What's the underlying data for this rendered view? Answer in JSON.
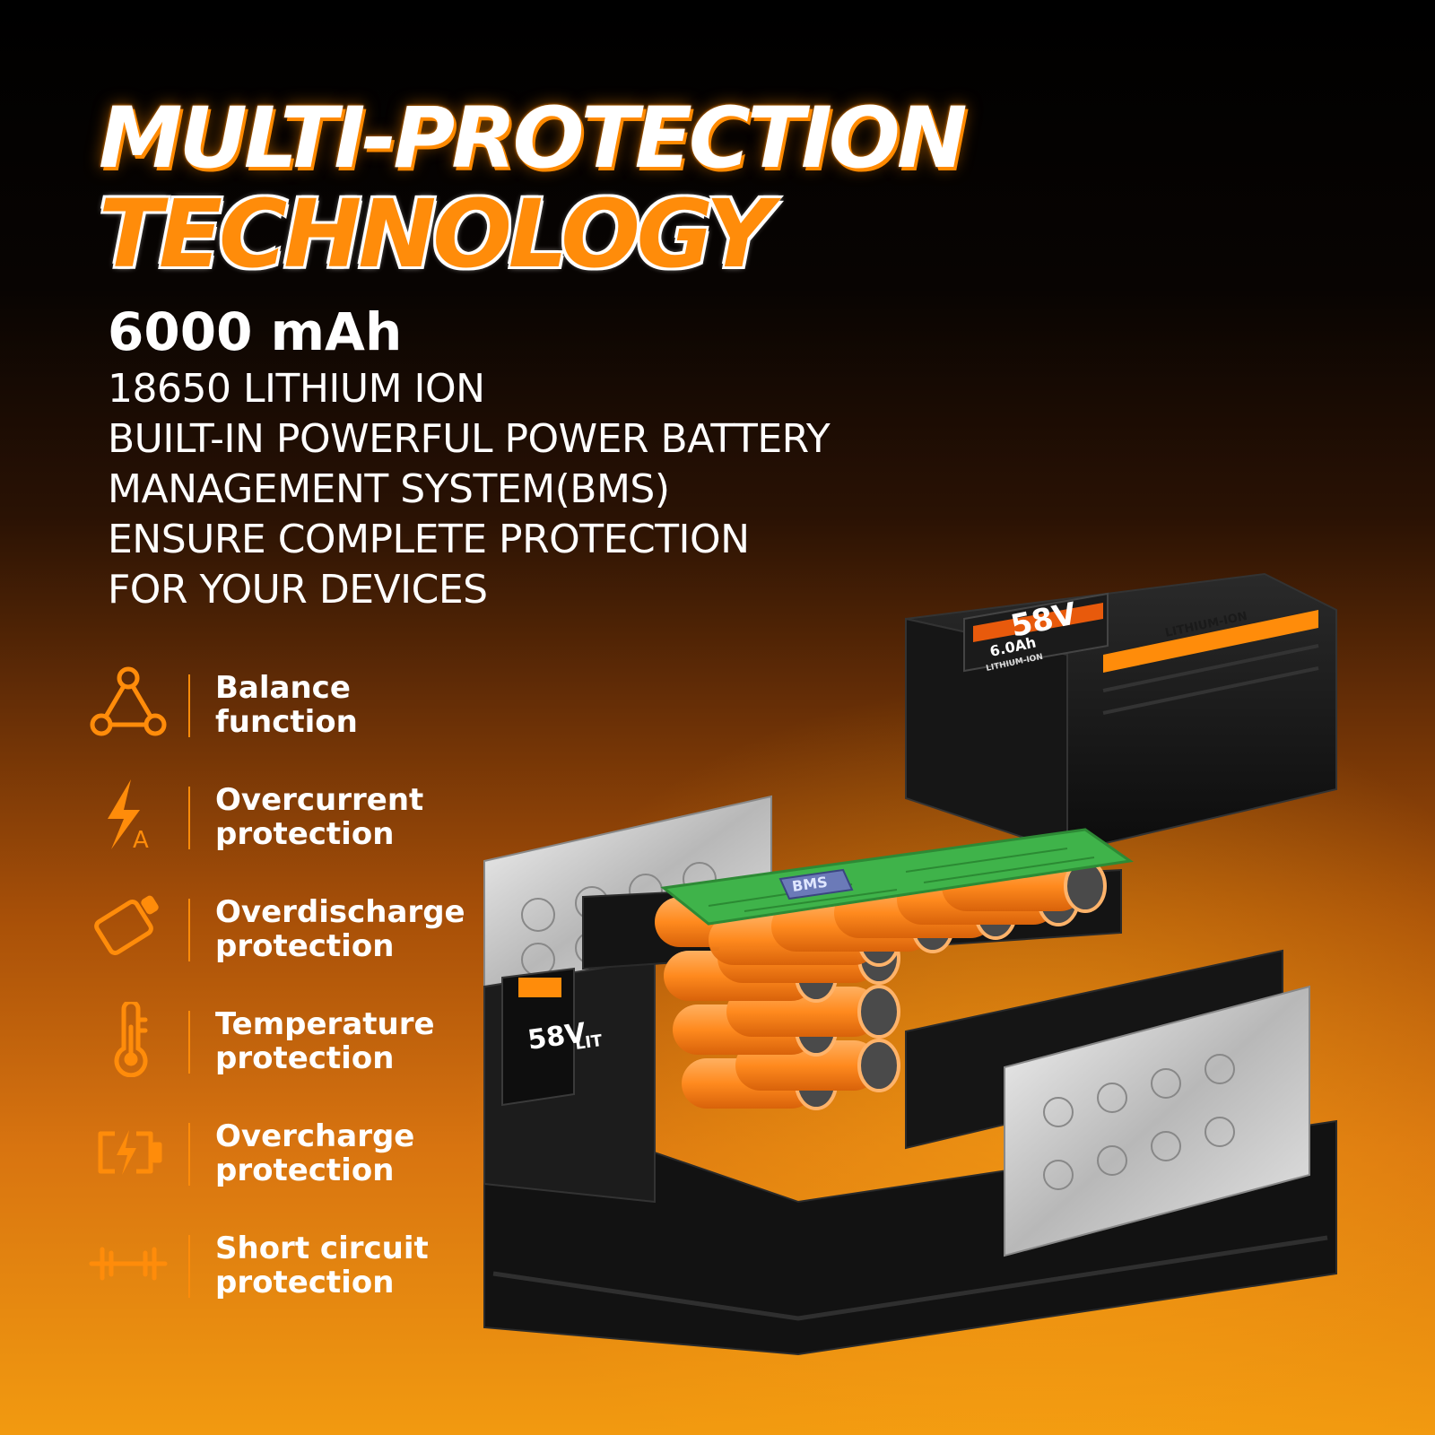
{
  "headline": {
    "line1": "MULTI-PROTECTION",
    "line2": "TECHNOLOGY"
  },
  "specs": {
    "capacity": "6000 mAh",
    "lines": [
      "18650 LITHIUM ION",
      "BUILT-IN POWERFUL POWER BATTERY",
      "MANAGEMENT SYSTEM(BMS)",
      "ENSURE COMPLETE PROTECTION",
      "FOR YOUR DEVICES"
    ]
  },
  "features": [
    {
      "icon": "balance-triangle-icon",
      "line1": "Balance",
      "line2": "function"
    },
    {
      "icon": "lightning-ampere-icon",
      "line1": "Overcurrent",
      "line2": "protection"
    },
    {
      "icon": "battery-icon",
      "line1": "Overdischarge",
      "line2": "protection"
    },
    {
      "icon": "thermometer-icon",
      "line1": "Temperature",
      "line2": "protection"
    },
    {
      "icon": "charging-battery-icon",
      "line1": "Overcharge",
      "line2": "protection"
    },
    {
      "icon": "short-circuit-icon",
      "line1": "Short circuit",
      "line2": "protection"
    }
  ],
  "product": {
    "bms_chip": "BMS",
    "lid_voltage": "58V",
    "lid_capacity": "6.0Ah",
    "lid_chem": "LITHIUM-ION",
    "lid_stripe": "LITHIUM-ION",
    "front_voltage": "58V",
    "front_chem": "LIT"
  },
  "colors": {
    "accent": "#ff8c0a",
    "cell": "#ff8a1e",
    "pcb": "#3fb34a",
    "housing": "#151515"
  }
}
